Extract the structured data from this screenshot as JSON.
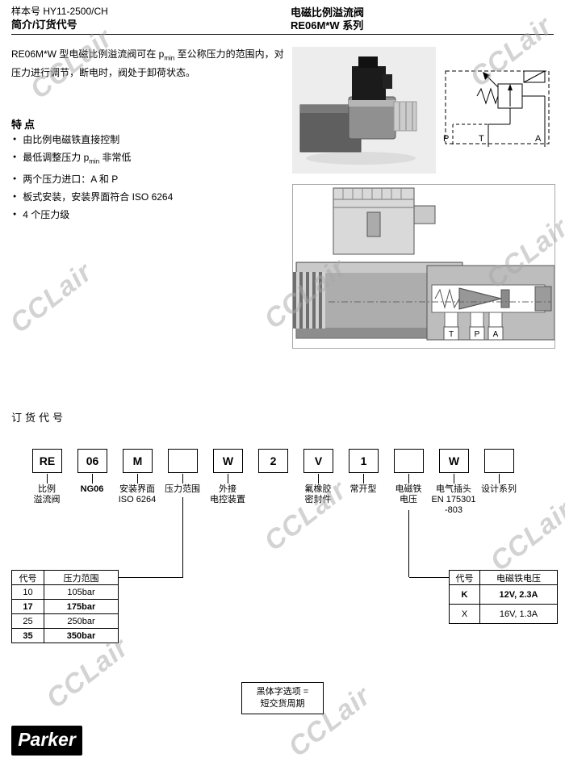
{
  "watermark": {
    "text": "CCLair"
  },
  "header": {
    "doc_number": "样本号 HY11-2500/CH",
    "section_title": "简介/订货代号",
    "product_title": "电磁比例溢流阀",
    "product_series": "RE06M*W 系列"
  },
  "intro": {
    "line1_pre": "RE06M*W 型电磁比例溢流阀可在 p",
    "line1_sub": "min",
    "line1_post": " 至公称压力的范围内，对",
    "line2": "压力进行调节，断电时，阀处于卸荷状态。"
  },
  "features": {
    "title": "特点",
    "bullet": "●",
    "item1": "由比例电磁铁直接控制",
    "item2_pre": "最低调整压力 p",
    "item2_sub": "min",
    "item2_post": " 非常低",
    "item3": "两个压力进口：A 和 P",
    "item4": "板式安装，安装界面符合 ISO 6264",
    "item5": "4 个压力级"
  },
  "schematic": {
    "port_p": "P",
    "port_t": "T",
    "port_a": "A"
  },
  "illustration": {
    "port_t": "T",
    "port_p": "P",
    "port_a": "A"
  },
  "ordering": {
    "title": "订货代号",
    "boxes": [
      "RE",
      "06",
      "M",
      "",
      "W",
      "2",
      "V",
      "1",
      "",
      "W",
      ""
    ],
    "labels": [
      [
        "比例",
        "溢流阀"
      ],
      [
        "NG06"
      ],
      [
        "安装界面",
        "ISO 6264"
      ],
      [
        "压力范围"
      ],
      [
        "外接",
        "电控装置"
      ],
      [
        "氟橡胶",
        "密封件"
      ],
      [
        "常开型"
      ],
      [
        "电磁铁",
        "电压"
      ],
      [
        "电气插头",
        "EN 175301",
        "-803"
      ],
      [
        "设计系列"
      ]
    ]
  },
  "pressure_table": {
    "headers": [
      "代号",
      "压力范围"
    ],
    "rows": [
      {
        "code": "10",
        "range": "105bar"
      },
      {
        "code": "17",
        "range": "175bar"
      },
      {
        "code": "25",
        "range": "250bar"
      },
      {
        "code": "35",
        "range": "350bar"
      }
    ]
  },
  "voltage_table": {
    "headers": [
      "代号",
      "电磁铁电压"
    ],
    "rows": [
      {
        "code": "K",
        "value": "12V, 2.3A"
      },
      {
        "code": "X",
        "value": "16V, 1.3A"
      }
    ]
  },
  "note_box": {
    "line1": "黑体字选项 =",
    "line2": "短交货周期"
  },
  "logo": {
    "text": "Parker"
  }
}
